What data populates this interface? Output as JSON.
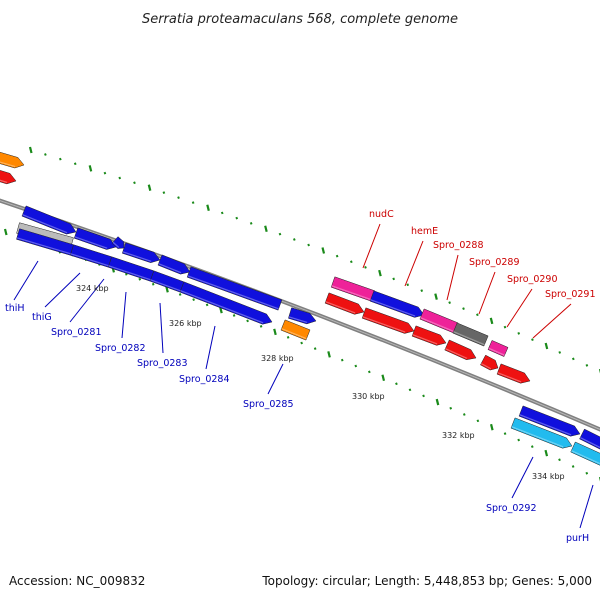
{
  "title": "Serratia proteamaculans 568, complete genome",
  "footer": {
    "accession": "Accession: NC_009832",
    "topology": "Topology: circular; Length: 5,448,853 bp; Genes: 5,000"
  },
  "colors": {
    "backbone": "#888888",
    "tick": "#1a8a1a",
    "gene_blue": "#1010dd",
    "gene_red": "#ee1111",
    "gene_orange": "#ff8800",
    "gene_magenta": "#ee2299",
    "gene_gray": "#666666",
    "gene_lightgray": "#bbbbbb",
    "gene_cyan": "#22bbee",
    "label_blue": "#0000bb",
    "label_red": "#cc0000"
  },
  "scale_labels": [
    "324 kbp",
    "326 kbp",
    "328 kbp",
    "330 kbp",
    "332 kbp",
    "334 kbp"
  ],
  "gene_labels": {
    "blue": [
      "thiH",
      "thiG",
      "Spro_0281",
      "Spro_0282",
      "Spro_0283",
      "Spro_0284",
      "Spro_0285",
      "Spro_0292",
      "purH"
    ],
    "red": [
      "nudC",
      "hemE",
      "Spro_0288",
      "Spro_0289",
      "Spro_0290",
      "Spro_0291"
    ]
  }
}
